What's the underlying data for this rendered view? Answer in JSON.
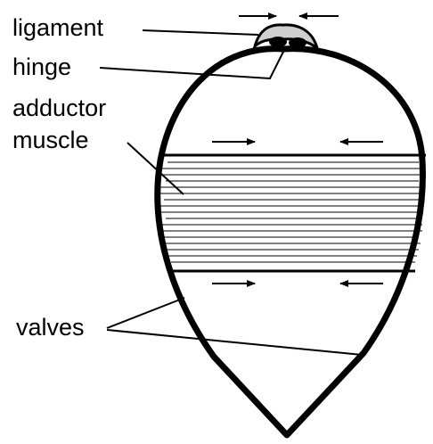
{
  "labels": {
    "ligament": "ligament",
    "hinge": "hinge",
    "adductor_line1": "adductor",
    "adductor_line2": "muscle",
    "valves": "valves"
  },
  "colors": {
    "ink": "#000000",
    "background": "#ffffff",
    "ligament_fill": "#cfcfcf"
  }
}
